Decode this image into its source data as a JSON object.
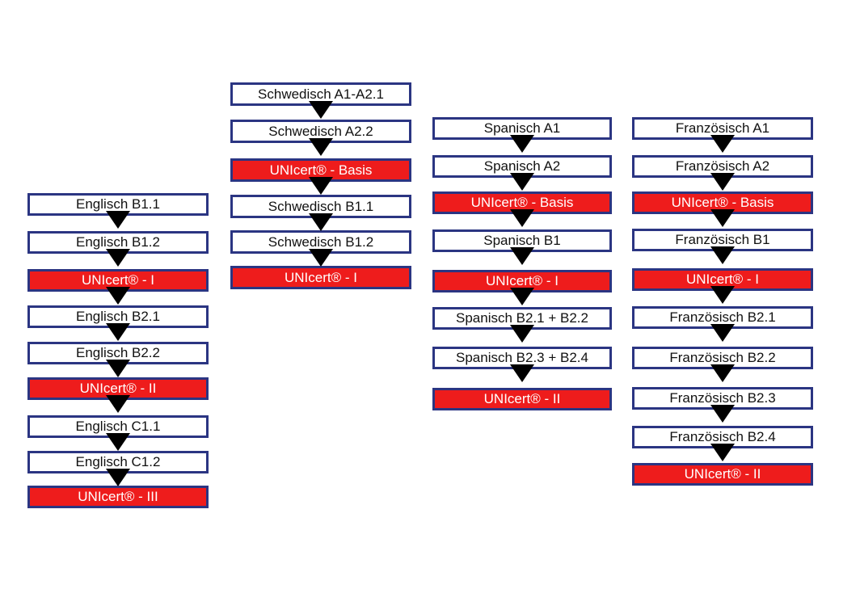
{
  "columns": [
    {
      "id": "englisch",
      "items": [
        {
          "label": "Englisch B1.1",
          "cert": false
        },
        {
          "label": "Englisch B1.2",
          "cert": false
        },
        {
          "label": "UNIcert® - I",
          "cert": true
        },
        {
          "label": "Englisch B2.1",
          "cert": false
        },
        {
          "label": "Englisch B2.2",
          "cert": false
        },
        {
          "label": "UNIcert® - II",
          "cert": true
        },
        {
          "label": "Englisch C1.1",
          "cert": false
        },
        {
          "label": "Englisch C1.2",
          "cert": false
        },
        {
          "label": "UNIcert® - III",
          "cert": true
        }
      ]
    },
    {
      "id": "schwedisch",
      "items": [
        {
          "label": "Schwedisch A1-A2.1",
          "cert": false
        },
        {
          "label": "Schwedisch A2.2",
          "cert": false
        },
        {
          "label": "UNIcert® - Basis",
          "cert": true
        },
        {
          "label": "Schwedisch B1.1",
          "cert": false
        },
        {
          "label": "Schwedisch B1.2",
          "cert": false
        },
        {
          "label": "UNIcert® - I",
          "cert": true
        }
      ]
    },
    {
      "id": "spanisch",
      "items": [
        {
          "label": "Spanisch A1",
          "cert": false
        },
        {
          "label": "Spanisch A2",
          "cert": false
        },
        {
          "label": "UNIcert® - Basis",
          "cert": true
        },
        {
          "label": "Spanisch B1",
          "cert": false
        },
        {
          "label": "UNIcert® - I",
          "cert": true
        },
        {
          "label": "Spanisch B2.1 + B2.2",
          "cert": false
        },
        {
          "label": "Spanisch B2.3 + B2.4",
          "cert": false
        },
        {
          "label": "UNIcert® - II",
          "cert": true
        }
      ]
    },
    {
      "id": "franzoesisch",
      "items": [
        {
          "label": "Französisch A1",
          "cert": false
        },
        {
          "label": "Französisch A2",
          "cert": false
        },
        {
          "label": "UNIcert® - Basis",
          "cert": true
        },
        {
          "label": "Französisch B1",
          "cert": false
        },
        {
          "label": "UNIcert® - I",
          "cert": true
        },
        {
          "label": "Französisch B2.1",
          "cert": false
        },
        {
          "label": "Französisch B2.2",
          "cert": false
        },
        {
          "label": "Französisch B2.3",
          "cert": false
        },
        {
          "label": "Französisch B2.4",
          "cert": false
        },
        {
          "label": "UNIcert® - II",
          "cert": true
        }
      ]
    }
  ],
  "colors": {
    "cert_fill": "#ee1c1c",
    "box_border": "#2b3582",
    "arrow": "#000000"
  }
}
